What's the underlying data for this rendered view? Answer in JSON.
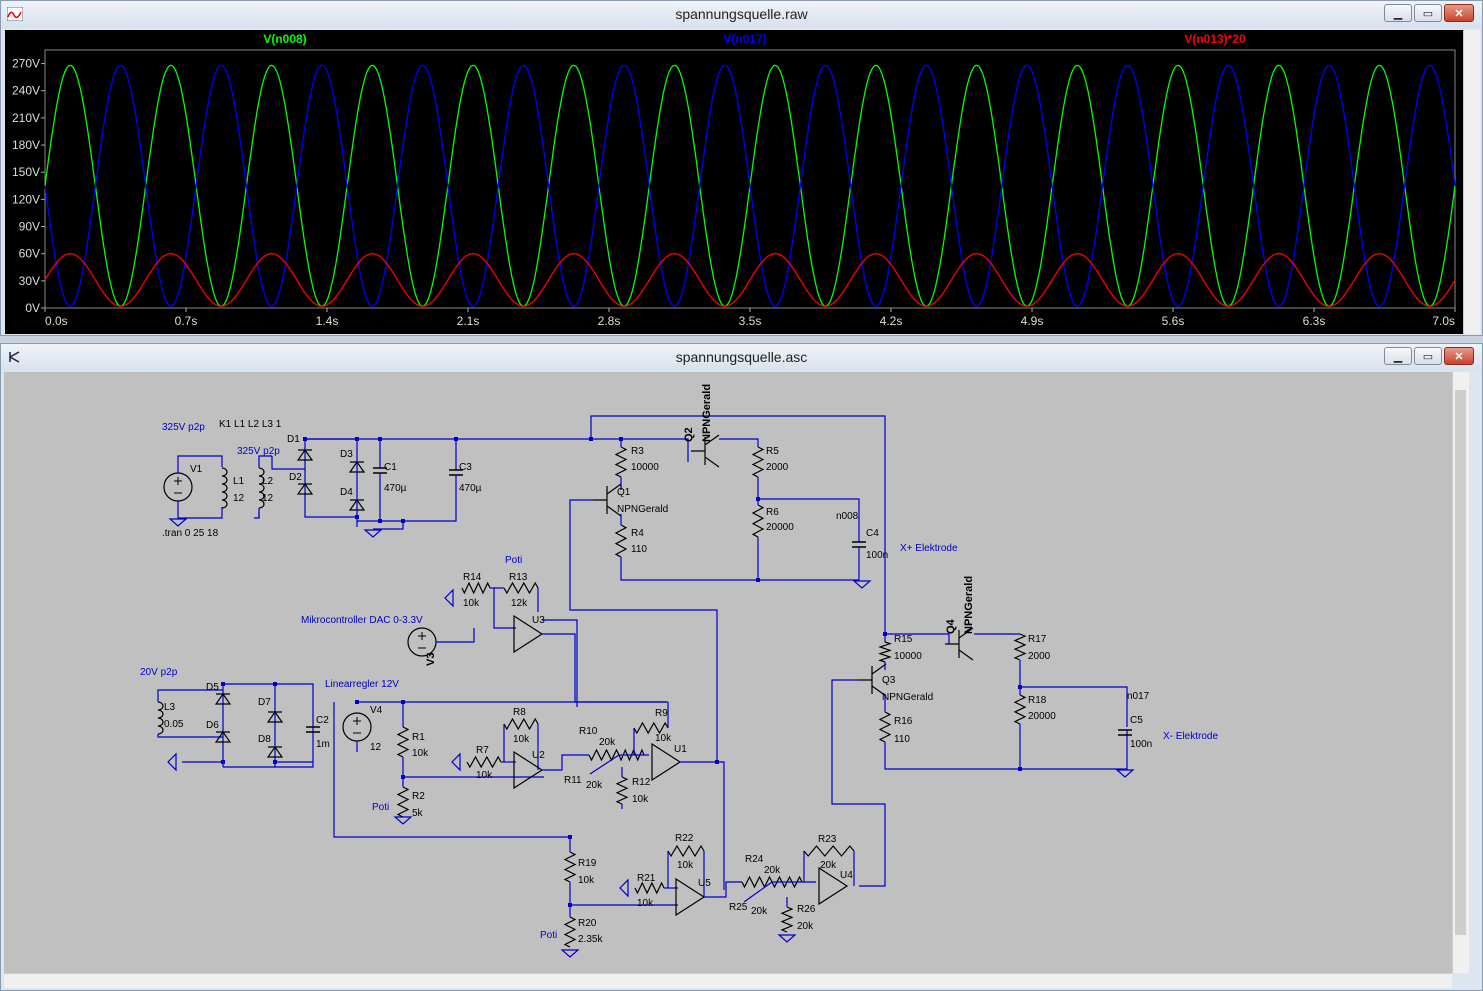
{
  "waveform_window": {
    "title": "spannungsquelle.raw",
    "traces": [
      {
        "label": "V(n008)",
        "color": "#00ff00"
      },
      {
        "label": "V(n017)",
        "color": "#0000ff"
      },
      {
        "label": "V(n013)*20",
        "color": "#ff0000"
      }
    ],
    "y_ticks": [
      "270V",
      "240V",
      "210V",
      "180V",
      "150V",
      "120V",
      "90V",
      "60V",
      "30V",
      "0V"
    ],
    "x_ticks": [
      "0.0s",
      "0.7s",
      "1.4s",
      "2.1s",
      "2.8s",
      "3.5s",
      "4.2s",
      "4.9s",
      "5.6s",
      "6.3s",
      "7.0s"
    ]
  },
  "chart_data": {
    "type": "line",
    "xlabel": "",
    "ylabel": "",
    "xlim": [
      0,
      7.0
    ],
    "ylim": [
      0,
      285
    ],
    "series": [
      {
        "name": "V(n008)",
        "color": "#00ff00",
        "offset": 135,
        "amplitude": 133,
        "period": 0.5,
        "phase_deg": 0
      },
      {
        "name": "V(n017)",
        "color": "#0000ff",
        "offset": 135,
        "amplitude": 133,
        "period": 0.5,
        "phase_deg": 180
      },
      {
        "name": "V(n013)*20",
        "color": "#ff0000",
        "offset": 31,
        "amplitude": 29,
        "period": 0.5,
        "phase_deg": 0
      }
    ]
  },
  "schematic_window": {
    "title": "spannungsquelle.asc",
    "labels": {
      "v1_amp": "325V p2p",
      "k1": "K1 L1 L2 L3 1",
      "l2_amp": "325V p2p",
      "v1": "V1",
      "l1": "L1",
      "l1v": "12",
      "l2": "L2",
      "l2v": "12",
      "tran": ".tran 0 25 18",
      "d1": "D1",
      "d2": "D2",
      "d3": "D3",
      "d4": "D4",
      "c1": "C1",
      "c1v": "470µ",
      "c3": "C3",
      "c3v": "470µ",
      "q2": "Q2",
      "q2m": "NPNGerald",
      "r3": "R3",
      "r3v": "10000",
      "q1": "Q1",
      "q1m": "NPNGerald",
      "r4": "R4",
      "r4v": "110",
      "r5": "R5",
      "r5v": "2000",
      "r6": "R6",
      "r6v": "20000",
      "n008": "n008",
      "c4": "C4",
      "c4v": "100n",
      "xplus": "X+ Elektrode",
      "poti1": "Poti",
      "r14": "R14",
      "r14v": "10k",
      "r13": "R13",
      "r13v": "12k",
      "mikro": "Mikrocontroller DAC 0-3.3V",
      "u3": "U3",
      "v3": "V3",
      "v20": "20V p2p",
      "l3": "L3",
      "l3v": "0.05",
      "d5": "D5",
      "d6": "D6",
      "d7": "D7",
      "d8": "D8",
      "c2": "C2",
      "c2v": "1m",
      "linear": "Linearregler 12V",
      "v4": "V4",
      "v4v": "12",
      "r1": "R1",
      "r1v": "10k",
      "r2": "R2",
      "r2v": "5k",
      "poti2": "Poti",
      "r8": "R8",
      "r8v": "10k",
      "r7": "R7",
      "r7v": "10k",
      "u2": "U2",
      "r10": "R10",
      "r10v": "20k",
      "r11": "R11",
      "r11v": "20k",
      "r12": "R12",
      "r12v": "10k",
      "r9": "R9",
      "r9v": "10k",
      "u1": "U1",
      "q4": "Q4",
      "q4m": "NPNGerald",
      "r15": "R15",
      "r15v": "10000",
      "q3": "Q3",
      "q3m": "NPNGerald",
      "r16": "R16",
      "r16v": "110",
      "r17": "R17",
      "r17v": "2000",
      "r18": "R18",
      "r18v": "20000",
      "n017": "n017",
      "c5": "C5",
      "c5v": "100n",
      "xminus": "X- Elektrode",
      "r19": "R19",
      "r19v": "10k",
      "r20": "R20",
      "r20v": "2.35k",
      "poti3": "Poti",
      "r22": "R22",
      "r22v": "10k",
      "r21": "R21",
      "r21v": "10k",
      "u5": "U5",
      "r24": "R24",
      "r24v": "20k",
      "r25": "R25",
      "r25v": "20k",
      "r26": "R26",
      "r26v": "20k",
      "r23": "R23",
      "r23v": "20k",
      "u4": "U4"
    }
  }
}
